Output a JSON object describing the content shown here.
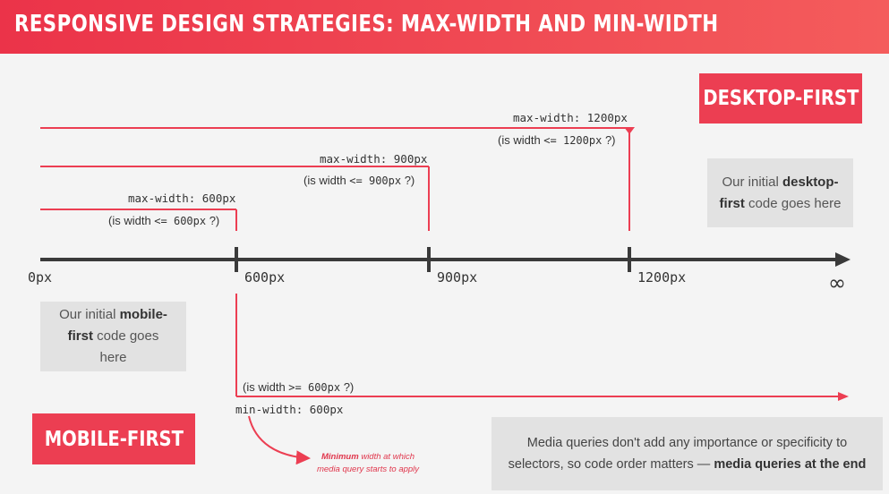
{
  "title": "RESPONSIVE DESIGN STRATEGIES: MAX-WIDTH AND MIN-WIDTH",
  "desktop_first": {
    "badge": "DESKTOP-FIRST",
    "note_pre": "Our initial ",
    "note_bold": "desktop-first",
    "note_post": " code goes here"
  },
  "mobile_first": {
    "badge": "MOBILE-FIRST",
    "note_pre": "Our initial ",
    "note_bold": "mobile-first",
    "note_post": " code goes here"
  },
  "axis": {
    "labels": [
      "0px",
      "600px",
      "900px",
      "1200px"
    ],
    "end": "∞"
  },
  "max_width_rules": [
    {
      "label": "max-width: 1200px",
      "cond_pre": "(is width ",
      "cond_mono": "<= 1200px",
      "cond_post": " ?)"
    },
    {
      "label": "max-width: 900px",
      "cond_pre": "(is width ",
      "cond_mono": "<= 900px",
      "cond_post": " ?)"
    },
    {
      "label": "max-width: 600px",
      "cond_pre": "(is width ",
      "cond_mono": "<= 600px",
      "cond_post": " ?)"
    }
  ],
  "min_width_rule": {
    "label": "min-width: 600px",
    "cond_pre": "(is width ",
    "cond_mono": ">= 600px",
    "cond_post": " ?)",
    "annotation_bold": "Minimum",
    "annotation_line1": " width at which",
    "annotation_line2": "media query starts to apply"
  },
  "bottom_note": {
    "line1": "Media queries don't add any importance or specificity to",
    "line2_pre": "selectors, so code order matters — ",
    "line2_bold": "media queries at the end"
  },
  "colors": {
    "accent": "#ec3e52",
    "axis": "#3a3a3a",
    "note_bg": "#e2e2e2"
  }
}
